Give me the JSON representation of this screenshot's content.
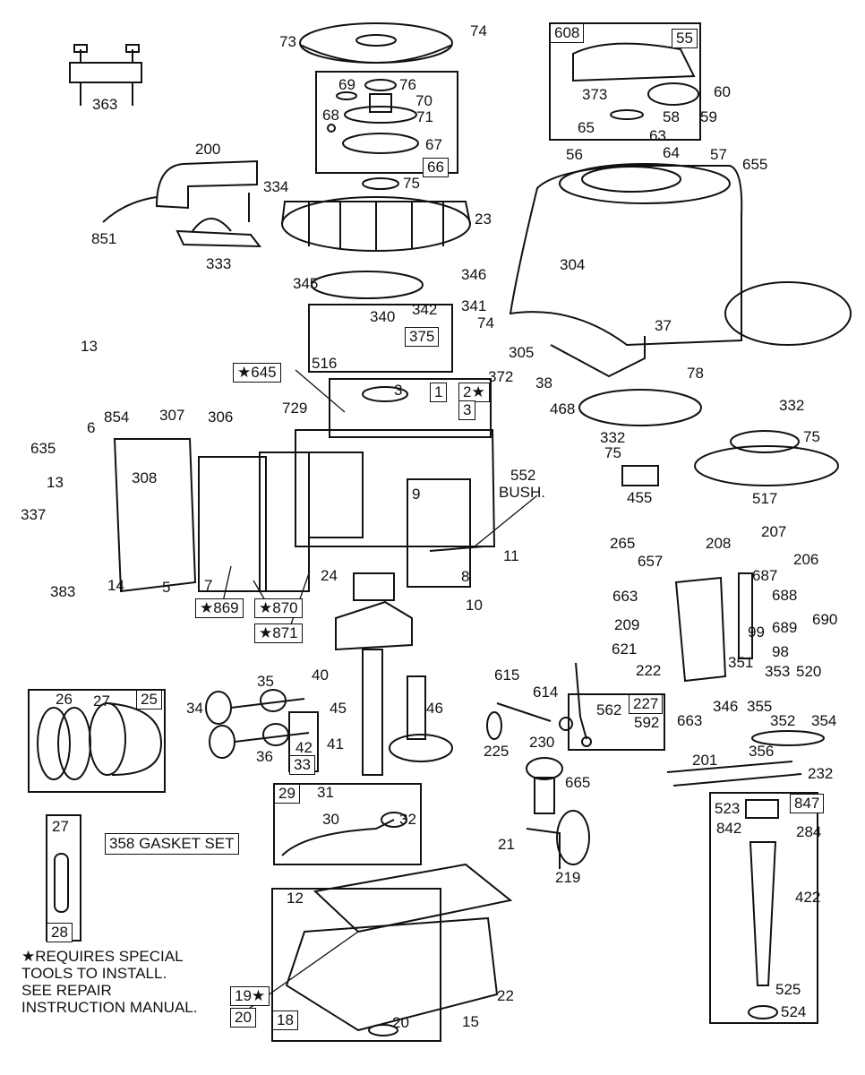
{
  "diagram": {
    "title": "Engine exploded parts diagram",
    "part_labels": {
      "p363": "363",
      "p73": "73",
      "p74a": "74",
      "p69": "69",
      "p76": "76",
      "p70": "70",
      "p68": "68",
      "p71": "71",
      "p67": "67",
      "p66": "66",
      "p75a": "75",
      "p200": "200",
      "p334": "334",
      "p851": "851",
      "p333": "333",
      "p23": "23",
      "p346a": "346",
      "p345": "345",
      "p608": "608",
      "p55": "55",
      "p373": "373",
      "p60": "60",
      "p58": "58",
      "p59": "59",
      "p65": "65",
      "p63": "63",
      "p64": "64",
      "p56": "56",
      "p57": "57",
      "p655": "655",
      "p304": "304",
      "p37": "37",
      "p305": "305",
      "p38": "38",
      "p341": "341",
      "p342": "342",
      "p340": "340",
      "p375": "375",
      "p74b": "74",
      "p516": "516",
      "p372": "372",
      "p13a": "13",
      "p854": "854",
      "p6": "6",
      "p635": "635",
      "p13b": "13",
      "p337": "337",
      "p383": "383",
      "p14": "14",
      "p5": "5",
      "p7": "7",
      "p308": "308",
      "p307": "307",
      "p306": "306",
      "p729": "729",
      "p3": "3",
      "p1": "1",
      "p2": "2★",
      "p3b": "3",
      "p552": "552",
      "bush": "BUSH.",
      "p9": "9",
      "p11": "11",
      "p8": "8",
      "p10": "10",
      "p24": "24",
      "p645": "★645",
      "p869": "★869",
      "p870": "★870",
      "p871": "★871",
      "p78": "78",
      "p468": "468",
      "p332a": "332",
      "p332b": "332",
      "p75b": "75",
      "p75c": "75",
      "p455": "455",
      "p517": "517",
      "p265": "265",
      "p657": "657",
      "p208": "208",
      "p207": "207",
      "p206": "206",
      "p687": "687",
      "p663a": "663",
      "p688": "688",
      "p689": "689",
      "p690": "690",
      "p209": "209",
      "p99": "99",
      "p98": "98",
      "p621": "621",
      "p222": "222",
      "p351": "351",
      "p353": "353",
      "p520": "520",
      "p346b": "346",
      "p355": "355",
      "p352": "352",
      "p354": "354",
      "p663b": "663",
      "p356": "356",
      "p201": "201",
      "p232": "232",
      "p615": "615",
      "p614": "614",
      "p225": "225",
      "p230": "230",
      "p227": "227",
      "p562": "562",
      "p592": "592",
      "p665": "665",
      "p21": "21",
      "p219": "219",
      "p26": "26",
      "p27a": "27",
      "p25": "25",
      "p34": "34",
      "p35": "35",
      "p40": "40",
      "p45": "45",
      "p46": "46",
      "p36": "36",
      "p42": "42",
      "p41": "41",
      "p33": "33",
      "p29": "29",
      "p31": "31",
      "p30": "30",
      "p32": "32",
      "p27b": "27",
      "p28": "28",
      "p12": "12",
      "p19": "19★",
      "p20a": "20",
      "p18": "18",
      "p20b": "20",
      "p22": "22",
      "p15": "15",
      "p847": "847",
      "p523": "523",
      "p842": "842",
      "p284": "284",
      "p422": "422",
      "p525": "525",
      "p524": "524"
    },
    "gasket_set": "358 GASKET SET",
    "note": [
      "★REQUIRES SPECIAL",
      "TOOLS TO INSTALL.",
      "SEE REPAIR",
      "INSTRUCTION MANUAL."
    ]
  }
}
